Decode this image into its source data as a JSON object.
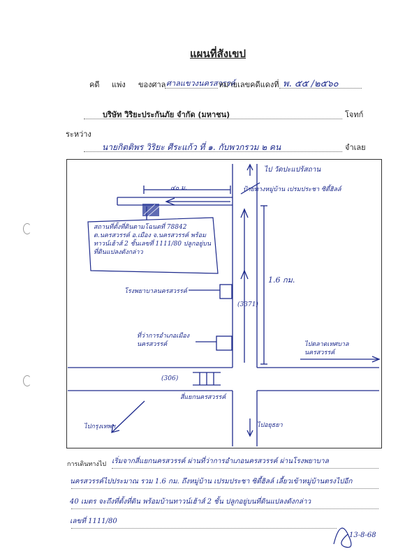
{
  "header": {
    "title": "แผนที่สังเขป",
    "case_label": "คดี",
    "civil_label": "แพ่ง",
    "court_label": "ของศาล",
    "court_name": "ศาลแขวงนครสวรรค์",
    "black_no_label": "หมายเลขคดีแดงที่",
    "case_number": "พ. ๕๕ /๒๕๖๐",
    "plaintiff": "บริษัท วิริยะประกันภัย จำกัด (มหาชน)",
    "plaintiff_role": "โจทก์",
    "between_label": "ระหว่าง",
    "defendant": "นายกิตติพร วิริยะ ศีระแก้ว ที่ ๑. กับพวกรวม ๒ คน",
    "defendant_role": "จำเลย"
  },
  "map": {
    "to_top": "ไป วัดปะแปร้สถาน",
    "distance_small": "๔๐ ม.",
    "junction_note": "ป้ายทางหมู่บ้าน เปรมประชา ซิตี้ฮิลล์",
    "property_note": "สถานที่ตั้งที่ดินตามโฉนดที่ 78842 ต.นครสวรรค์ อ.เมือง จ.นครสวรรค์ พร้อมทาวน์เฮ้าส์ 2 ชั้นเลขที่ 1111/80 ปลูกอยู่บนที่ดินแปลงดังกล่าว",
    "distance_long": "1.6 กม.",
    "road_label": "(3371)",
    "school_label": "โรงพยาบาลนครสวรรค์",
    "district_office_label": "ที่ว่าการอำเภอเมืองนครสวรรค์",
    "to_right": "ไปตลาดเทศบาลนครสวรรค์",
    "road_306": "(306)",
    "bridge_label": "สี่แยกนครสวรรค์",
    "to_left": "ไปกรุงเทพฯ",
    "to_bottom": "ไปอยุธยา"
  },
  "directions": {
    "label": "การเดินทางไป",
    "lines": [
      "เริ่มจากสี่แยกนครสวรรค์ ผ่านที่ว่าการอำเภอนครสวรรค์ ผ่านโรงพยาบาล",
      "นครสวรรค์ไปประมาณ รวม 1.6 กม. ถึงหมู่บ้าน เปรมประชา ซิตี้ฮิลล์ เลี้ยวเข้าหมู่บ้านตรงไปอีก",
      "40 เมตร จะถึงที่ตั้งที่ดิน พร้อมบ้านทาวน์เฮ้าส์ 2 ชั้น ปลูกอยู่บนที่ดินแปลงดังกล่าว",
      "เลขที่ 1111/80"
    ],
    "date": "13-8-68"
  }
}
